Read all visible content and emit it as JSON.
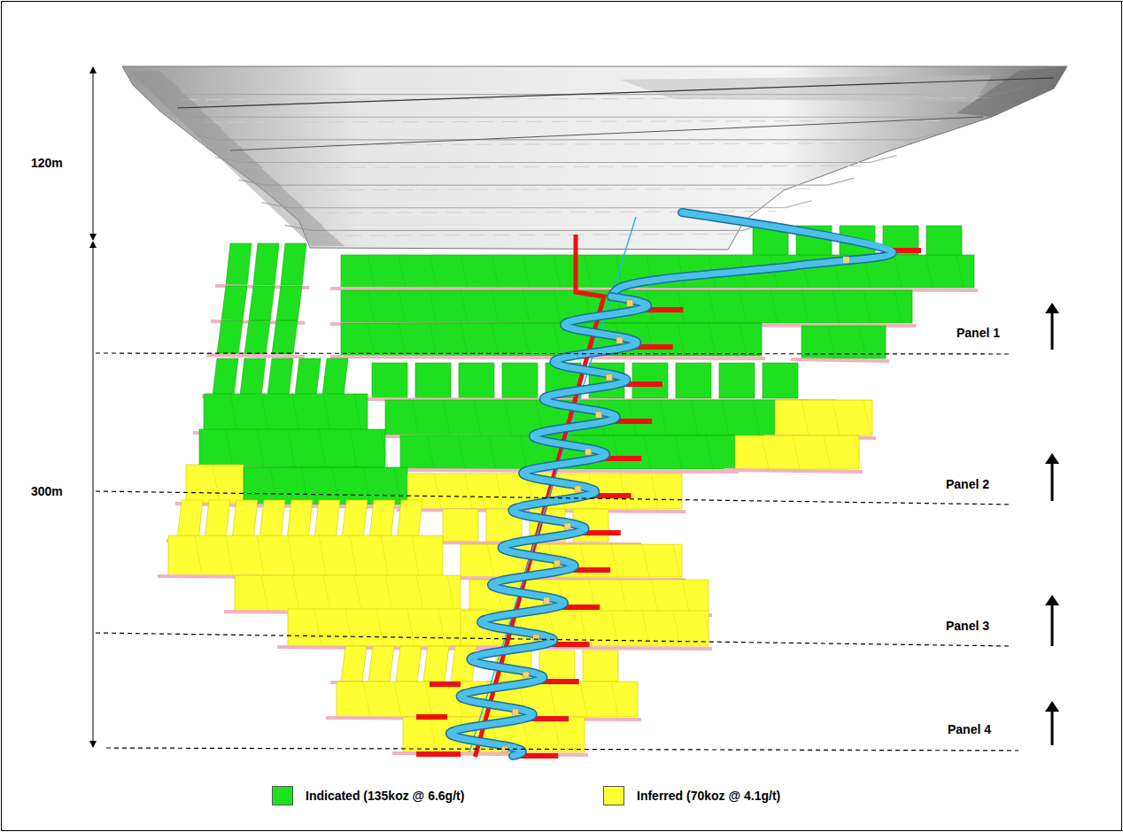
{
  "diagram": {
    "labels": [
      "120m",
      "300m",
      "Panel 1",
      "Panel 2",
      "Panel 3",
      "Panel 4"
    ],
    "legend": [
      {
        "text": "Indicated (135koz @ 6.6g/t)",
        "color": "#1fe01f"
      },
      {
        "text": "Inferred (70koz @ 4.1g/t)",
        "color": "#ffff33"
      }
    ]
  }
}
